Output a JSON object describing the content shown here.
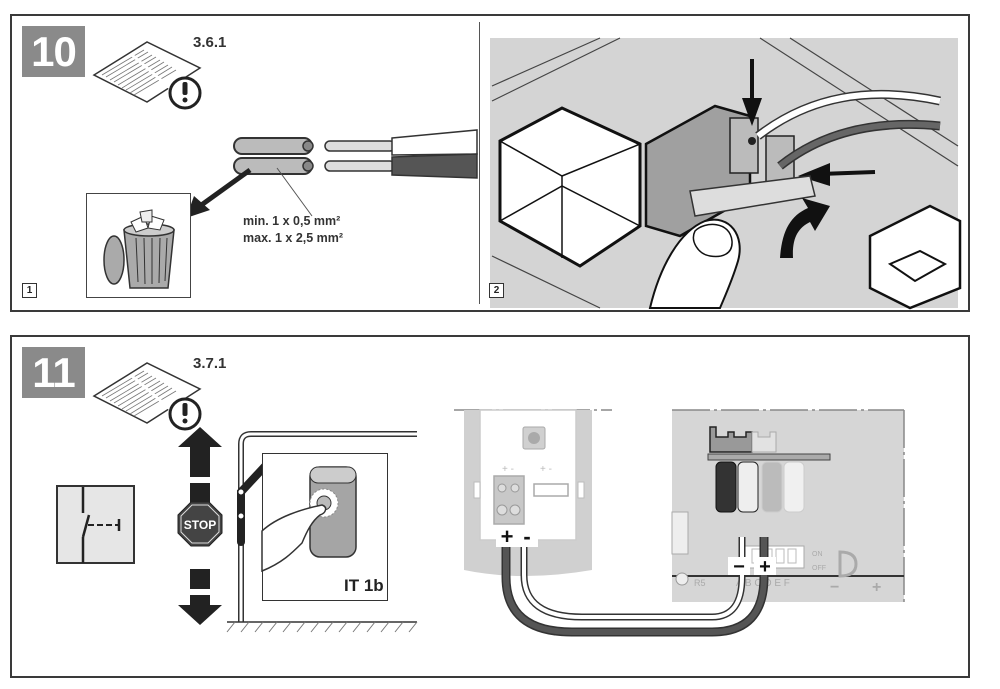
{
  "steps": [
    {
      "number": "10",
      "manual_reference": "3.6.1",
      "manual_icon": "manual-warning-icon",
      "subpanels": [
        {
          "index": "1",
          "description": "Strip wire insulation; discard cut-off insulation",
          "icons": [
            "stripped-wire-icon",
            "trash-can-icon",
            "arrow-icon"
          ],
          "wire_spec": {
            "min": "min.  1 x 0,5 mm²",
            "max": "max. 1 x 2,5 mm²"
          }
        },
        {
          "index": "2",
          "description": "Insert wires into terminal block and close lever",
          "icons": [
            "terminal-block-icon",
            "finger-icon",
            "push-arrow-icon",
            "curved-arrow-icon"
          ]
        }
      ]
    },
    {
      "number": "11",
      "manual_reference": "3.7.1",
      "manual_icon": "manual-warning-icon",
      "switch_symbol": "normally-open-switch-icon",
      "stop_sign": "STOP",
      "device_label": "IT 1b",
      "device_icon": "push-button-icon",
      "terminal_labels": {
        "left_plus": "+",
        "left_minus": "-",
        "left_plus_marks": [
          "+",
          "-",
          "+",
          "-"
        ],
        "board_minus": "−",
        "board_plus": "+",
        "board_r5": "R5",
        "dip_letters": "A B C D E F",
        "dip_on": "ON",
        "dip_off": "OFF",
        "polarity_minus": "−",
        "polarity_plus": "+"
      }
    }
  ]
}
